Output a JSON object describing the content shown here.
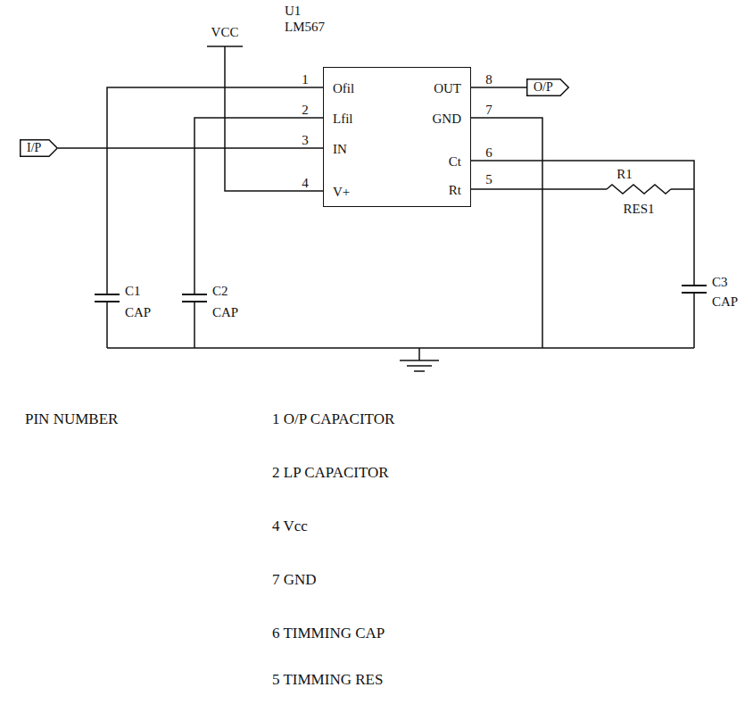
{
  "diagram": {
    "nodes": [
      {
        "text": [
          "U1 LM567",
          "Ofil",
          "Lfil",
          "IN",
          "V+",
          "OUT",
          "GND",
          "Ct",
          "Rt"
        ]
      },
      {
        "text": [
          "O/P"
        ]
      },
      {
        "text": [
          "I/P"
        ]
      }
    ],
    "edges": [
      {
        "from": 2,
        "to": 0,
        "arrow": "none"
      },
      {
        "from": 0,
        "to": 1,
        "arrow": "none"
      }
    ],
    "labels": [
      "VCC",
      "1",
      "2",
      "3",
      "4",
      "8",
      "7",
      "6",
      "5",
      "R1",
      "RES1",
      "C1",
      "CAP",
      "C2",
      "CAP",
      "C3",
      "CAP",
      "PIN NUMBER",
      "1 O/P CAPACITOR",
      "2 LP CAPACITOR",
      "4 Vcc",
      "7 GND",
      "6 TIMMING CAP",
      "5 TIMMING RES"
    ]
  }
}
